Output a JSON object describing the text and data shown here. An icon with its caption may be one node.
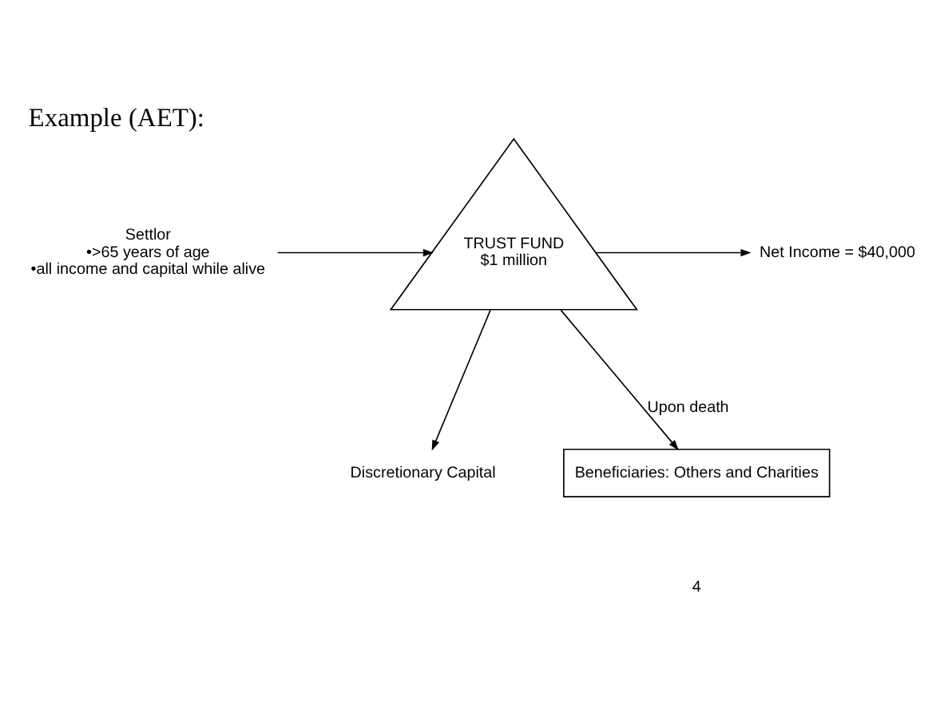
{
  "diagram": {
    "title": "Example (AET):",
    "nodes": [
      {
        "text": [
          "Settlor",
          "•>65 years of age",
          "•all income and capital while alive"
        ]
      },
      {
        "text": [
          "TRUST FUND",
          "$1 million"
        ]
      },
      {
        "text": [
          "Net Income = $40,000"
        ]
      },
      {
        "text": [
          "Discretionary Capital"
        ]
      },
      {
        "text": [
          "Beneficiaries: Others and Charities"
        ]
      }
    ],
    "edges": [
      {
        "from": 0,
        "to": 1,
        "arrow": "to"
      },
      {
        "from": 1,
        "to": 2,
        "arrow": "to"
      },
      {
        "from": 1,
        "to": 3,
        "arrow": "to"
      },
      {
        "from": 1,
        "to": 4,
        "arrow": "to",
        "label": "Upon death"
      }
    ],
    "labels": [
      "4"
    ]
  }
}
